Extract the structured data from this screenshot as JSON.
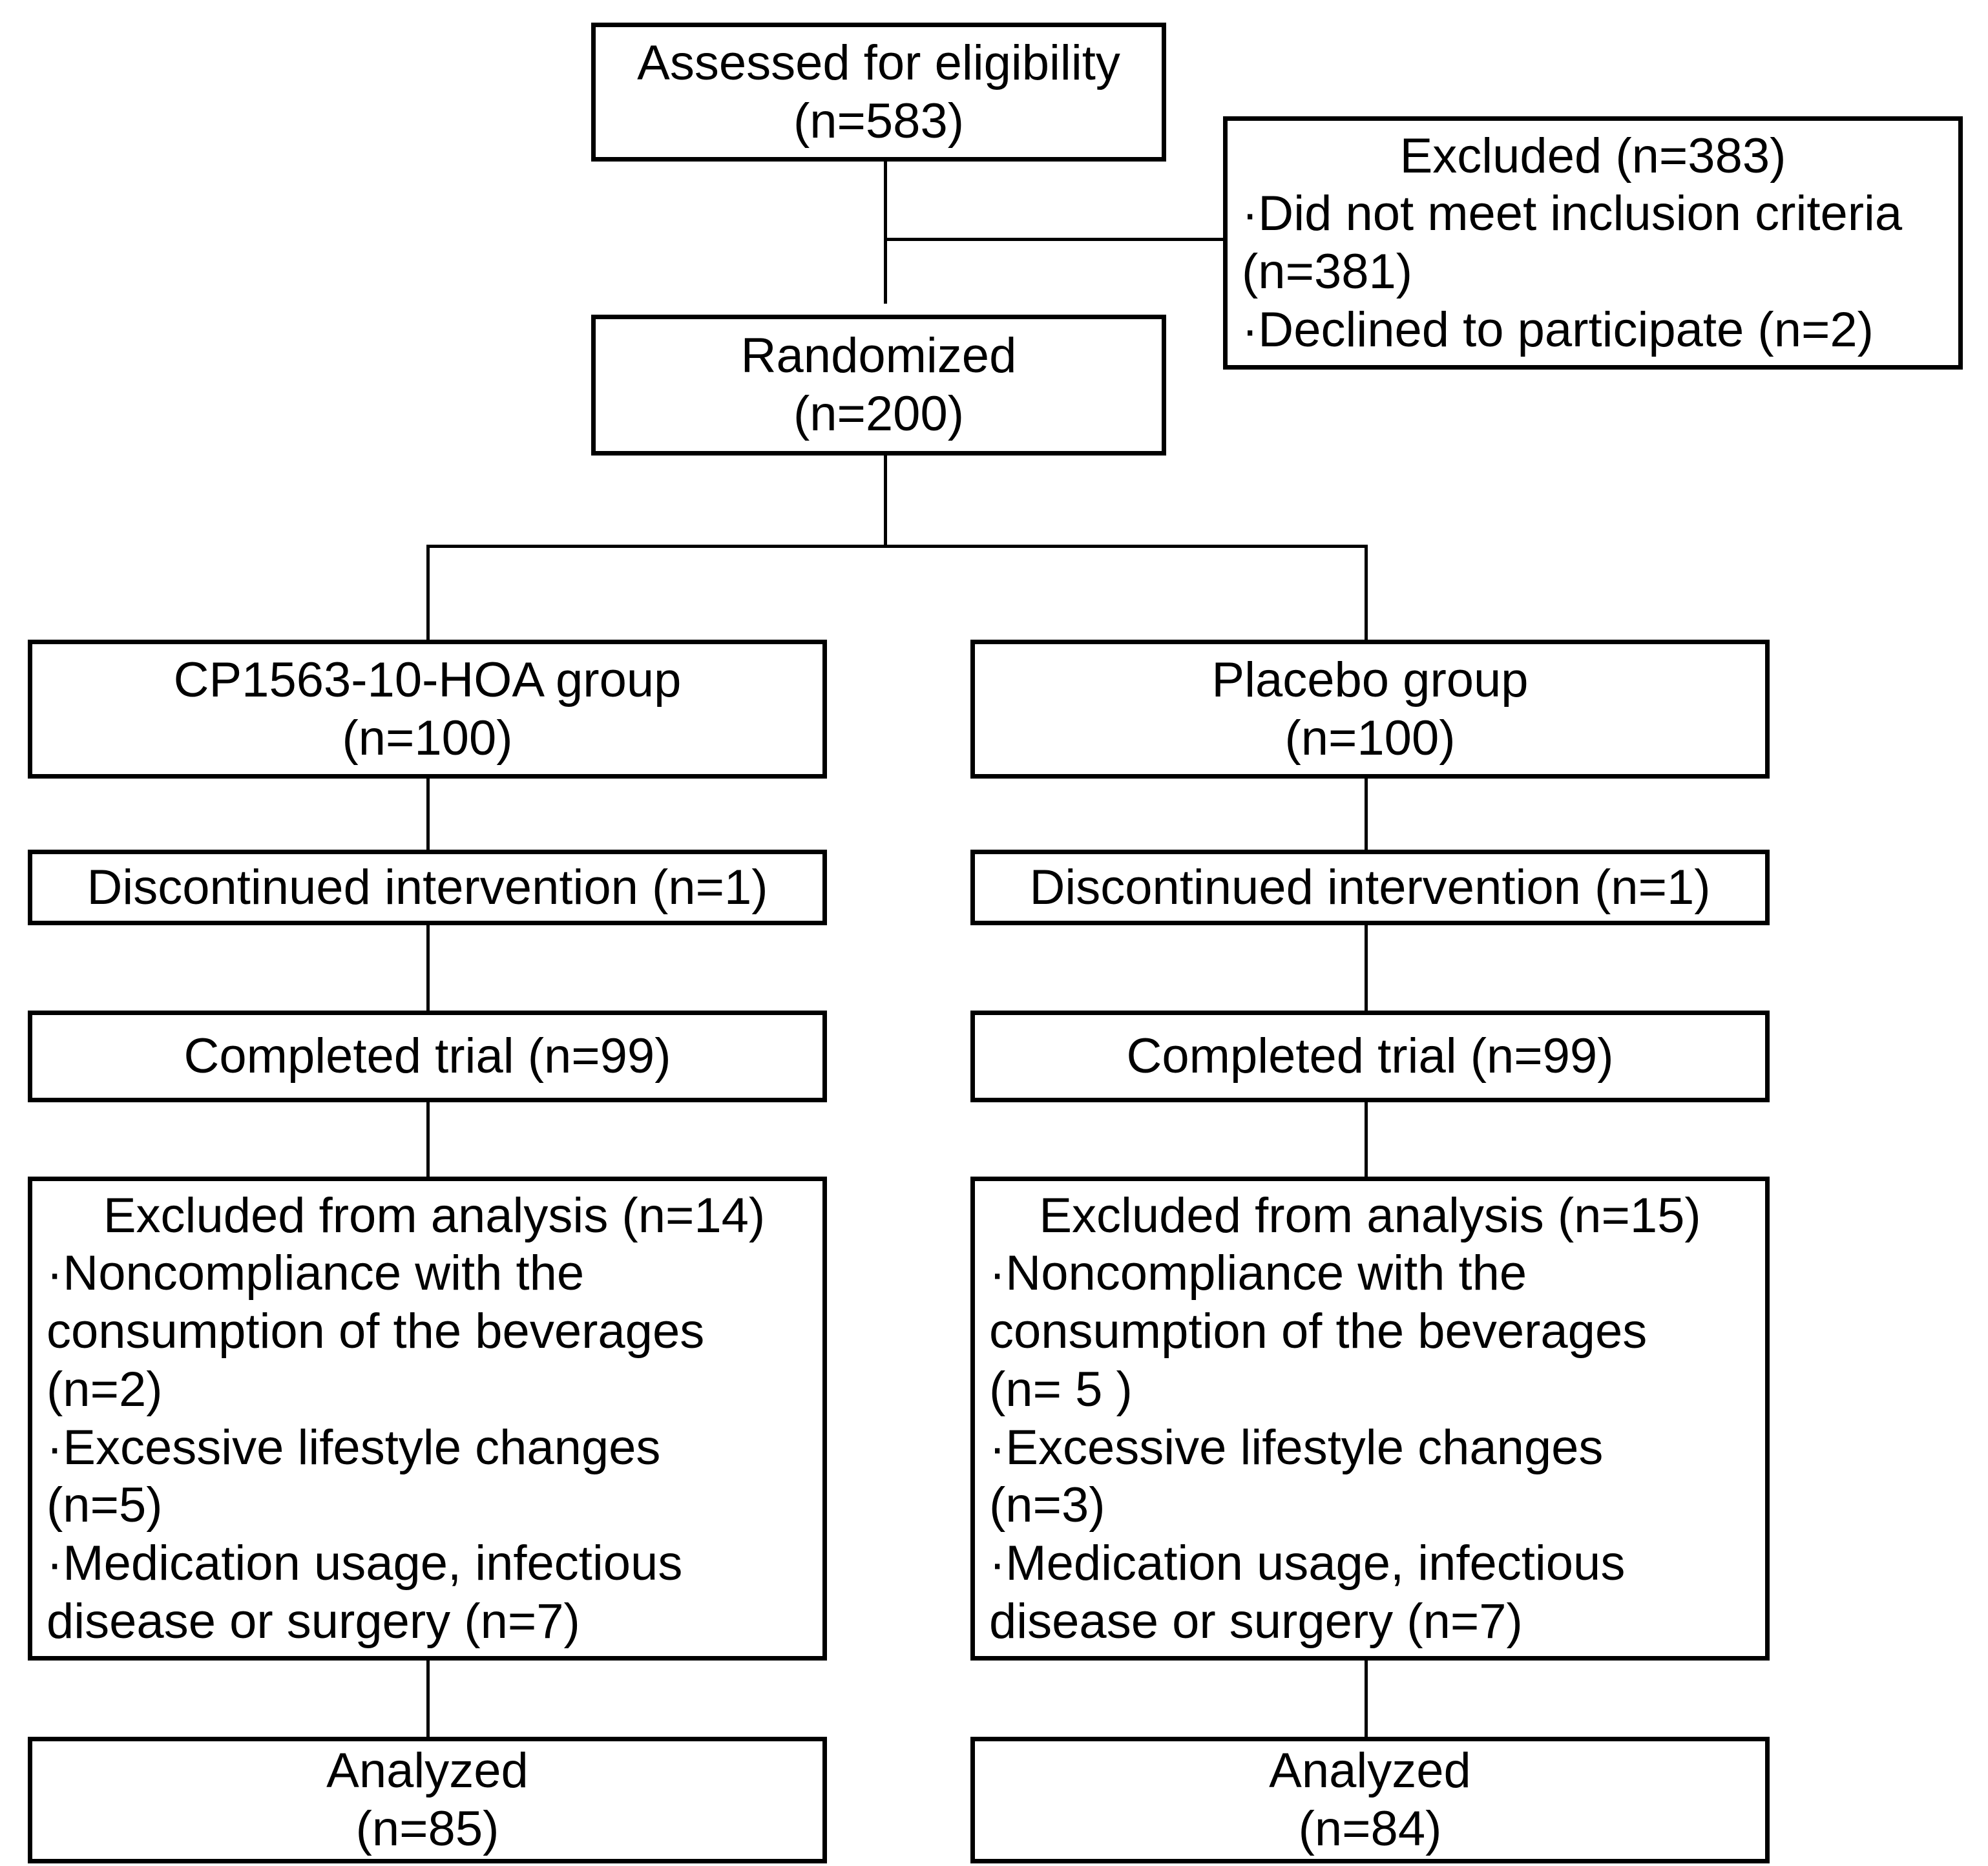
{
  "diagram": {
    "type": "consort-flow-diagram",
    "title": "CONSORT participant flow diagram",
    "colors": {
      "border": "#000000",
      "background": "#ffffff",
      "text": "#000000"
    }
  },
  "nodes": {
    "assessed": {
      "name": "assessed-for-eligibility",
      "lines": [
        "Assessed for eligibility",
        "(n=583)"
      ]
    },
    "excluded_screening": {
      "name": "excluded-at-screening",
      "heading": "Excluded (n=383)",
      "lines": [
        "·Did not meet inclusion criteria",
        "(n=381)",
        "·Declined to participate (n=2)"
      ]
    },
    "randomized": {
      "name": "randomized",
      "lines": [
        "Randomized",
        "(n=200)"
      ]
    },
    "arm_left": {
      "name": "treatment-arm",
      "lines": [
        "CP1563-10-HOA group",
        "(n=100)"
      ],
      "discontinued": "Discontinued intervention (n=1)",
      "completed": "Completed trial (n=99)",
      "excluded": {
        "heading": " Excluded from analysis (n=14)",
        "lines": [
          "·Noncompliance with the",
          "consumption of the beverages",
          "(n=2)",
          "·Excessive lifestyle changes",
          "(n=5)",
          "·Medication usage, infectious",
          "disease or surgery (n=7)"
        ]
      },
      "analyzed": [
        "Analyzed",
        "(n=85)"
      ]
    },
    "arm_right": {
      "name": "placebo-arm",
      "lines": [
        "Placebo group",
        "(n=100)"
      ],
      "discontinued": "Discontinued intervention (n=1)",
      "completed": "Completed trial (n=99)",
      "excluded": {
        "heading": "Excluded from analysis (n=15)",
        "lines": [
          "·Noncompliance with the",
          "consumption of the beverages",
          "(n= 5 )",
          "·Excessive lifestyle changes",
          "(n=3)",
          "·Medication usage, infectious",
          "disease or surgery (n=7)"
        ]
      },
      "analyzed": [
        "Analyzed",
        "(n=84)"
      ]
    }
  }
}
